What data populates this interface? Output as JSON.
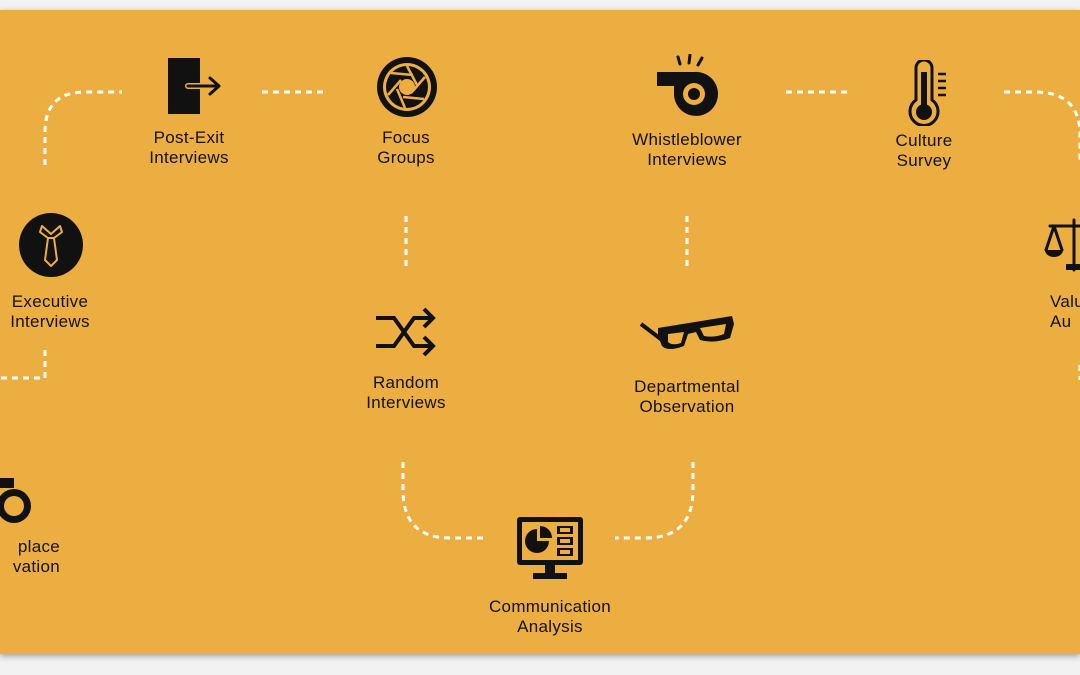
{
  "colors": {
    "background": "#ecae40",
    "ink": "#111111",
    "connector": "#ffffff"
  },
  "nodes": [
    {
      "id": "post-exit",
      "label": "Post-Exit\nInterviews",
      "icon": "exit-door-icon"
    },
    {
      "id": "focus-groups",
      "label": "Focus\nGroups",
      "icon": "camera-aperture-icon"
    },
    {
      "id": "whistleblower",
      "label": "Whistleblower\nInterviews",
      "icon": "whistle-icon"
    },
    {
      "id": "culture-survey",
      "label": "Culture\nSurvey",
      "icon": "thermometer-icon"
    },
    {
      "id": "executive",
      "label": "Executive\nInterviews",
      "icon": "necktie-icon"
    },
    {
      "id": "values-audit",
      "label": "Valu\nAu",
      "icon": "scales-icon"
    },
    {
      "id": "random",
      "label": "Random\nInterviews",
      "icon": "shuffle-icon"
    },
    {
      "id": "departmental",
      "label": "Departmental\nObservation",
      "icon": "3d-glasses-icon"
    },
    {
      "id": "workplace",
      "label": "place\nvation",
      "icon": "binoculars-icon"
    },
    {
      "id": "communication",
      "label": "Communication\nAnalysis",
      "icon": "monitor-dashboard-icon"
    }
  ]
}
